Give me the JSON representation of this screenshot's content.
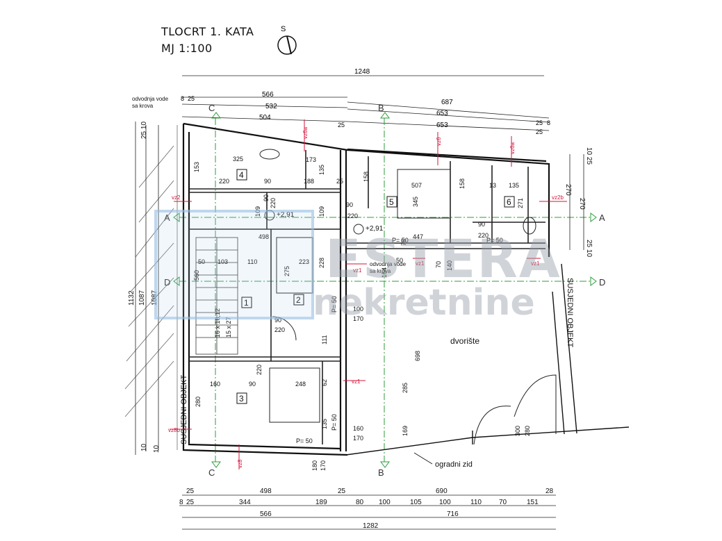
{
  "title": {
    "line1": "TLOCRT 1. KATA",
    "line2": "MJ 1:100",
    "north": "S"
  },
  "watermark": {
    "brand": "ESTERA",
    "sub": "nekretnine"
  },
  "colors": {
    "line": "#1a1a1a",
    "axis": "#2e9d3a",
    "red": "#d4143a"
  },
  "top_dims": {
    "d1248": "1248",
    "d566": "566",
    "d687": "687",
    "d532": "532",
    "d653a": "653",
    "d504": "504",
    "d653b": "653",
    "d8": "8",
    "d25a": "25",
    "d25b": "25",
    "d25c": "25",
    "d25d": "25",
    "d8b": "8"
  },
  "bottom_dims": {
    "d25": "25",
    "d498": "498",
    "d25b": "25",
    "d690": "690",
    "d28": "28",
    "d8": "8",
    "d25c": "25",
    "d344": "344",
    "d189": "189",
    "d80": "80",
    "d100a": "100",
    "d105": "105",
    "d100b": "100",
    "d110": "110",
    "d70": "70",
    "d151": "151",
    "d566": "566",
    "d716": "716",
    "d1282": "1282"
  },
  "left_dims": {
    "d1132": "1132",
    "d1087a": "1087",
    "d1087b": "1087",
    "d25_10": "25 10",
    "d10": "10",
    "d10b": "10"
  },
  "right_dims": {
    "d10_25": "10 25",
    "d270": "270",
    "d270b": "270",
    "d25_10": "25 10"
  },
  "rooms": {
    "r1": "1",
    "r2": "2",
    "r3": "3",
    "r4": "4",
    "r5": "5",
    "r6": "6"
  },
  "labels": {
    "drainage_top": "odvodnja vode",
    "drainage_top2": "sa krova",
    "drainage_mid": "odvodnja vode",
    "drainage_mid2": "sa krova",
    "courtyard": "dvorište",
    "fence": "ogradni zid",
    "neighbor_left": "SUSJEDNI OBJEKT",
    "neighbor_right": "SUSJEDNI OBJEKT",
    "stairs1": "16 x 18,12",
    "stairs2": "15 x 27",
    "level1": "+2,91",
    "level2": "+2,91",
    "p50a": "P= 50",
    "p50b": "P= 50",
    "p50c": "P= 50",
    "p50d": "P= 50",
    "p50e": "P= 50"
  },
  "axes": {
    "A": "A",
    "A2": "A",
    "B": "B",
    "B2": "B",
    "C": "C",
    "C2": "C",
    "D": "D",
    "D2": "D"
  },
  "red_tags": {
    "vz2": "vz2",
    "vz6a": "vz6a",
    "vz6": "vz6",
    "vz6a2": "vz6a",
    "vz2b": "vz2b",
    "vz1a": "vz1",
    "vz1b": "vz1",
    "vz1c": "vz1",
    "vz1d": "vz1",
    "vz8b": "vz8b",
    "vz8": "vz8"
  },
  "inner_dims": {
    "i325": "325",
    "i173": "173",
    "i135": "135",
    "i153": "153",
    "i220": "220",
    "i90": "90",
    "i188": "188",
    "i25": "25",
    "i109a": "109",
    "i109b": "109",
    "i220b": "220",
    "i90b": "90",
    "i498": "498",
    "i275": "275",
    "i223": "223",
    "i228": "228",
    "i50": "50",
    "i103": "103",
    "i110": "110",
    "i560": "560",
    "i158a": "158",
    "i158b": "158",
    "i507": "507",
    "i345": "345",
    "i90c": "90",
    "i220c": "220",
    "i447": "447",
    "i135b": "135",
    "i271": "271",
    "i13": "13",
    "i90d": "90",
    "i220d": "220",
    "i100": "100",
    "i170": "170",
    "i285": "285",
    "i698": "698",
    "i160": "160",
    "i90e": "90",
    "i248": "248",
    "i220e": "220",
    "i280": "280",
    "i135c": "135",
    "i62": "62",
    "i160b": "160",
    "i170b": "170",
    "i180": "180",
    "i170c": "170",
    "i169": "169",
    "i300": "300",
    "i280b": "280",
    "i154": "154",
    "i70": "70",
    "i140": "140",
    "i111": "111",
    "i90f": "90",
    "i220f": "220",
    "i75": "75",
    "i50b": "50"
  }
}
